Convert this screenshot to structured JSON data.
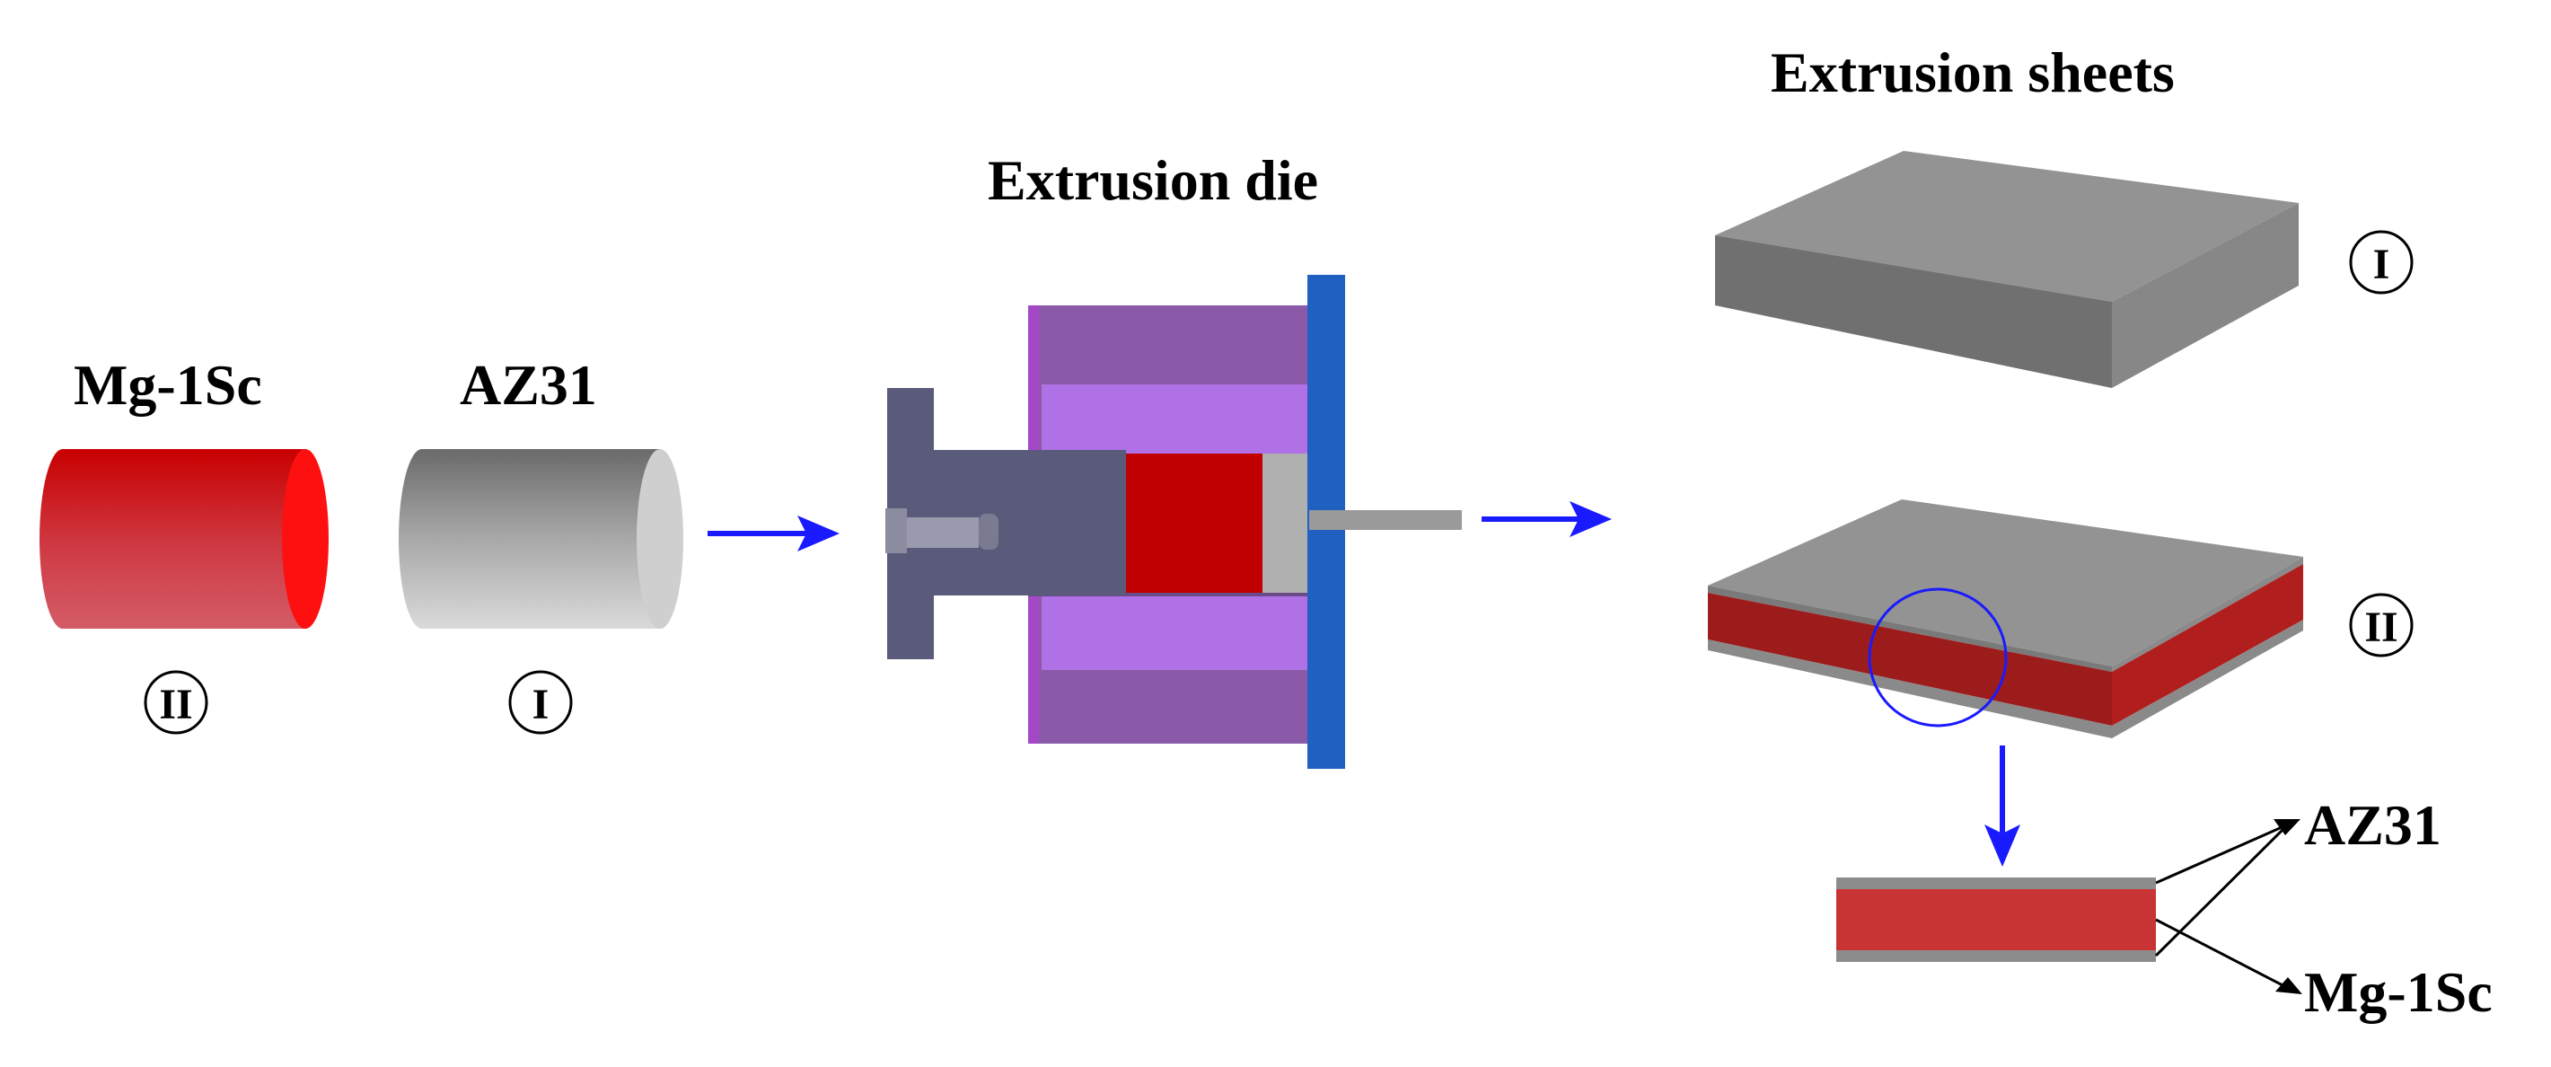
{
  "billets": {
    "mg": {
      "label": "Mg-1Sc",
      "numeral": "II"
    },
    "az": {
      "label": "AZ31",
      "numeral": "I"
    }
  },
  "die": {
    "title": "Extrusion die"
  },
  "sheets": {
    "title": "Extrusion sheets",
    "sheet_one": {
      "numeral": "I"
    },
    "sheet_two": {
      "numeral": "II"
    }
  },
  "cross_section": {
    "layer_outer": "AZ31",
    "layer_core": "Mg-1Sc"
  },
  "colors": {
    "mg_red": "#c40000",
    "az_gray": "#9a9a9a",
    "die_purple": "#8a5aa8",
    "die_light_purple": "#b070e6",
    "plate_blue": "#2060c0",
    "ram_slate": "#5a5a7a",
    "arrow_blue": "#1a1aff"
  },
  "icons": [
    "arrow-right-icon",
    "arrow-down-icon"
  ]
}
